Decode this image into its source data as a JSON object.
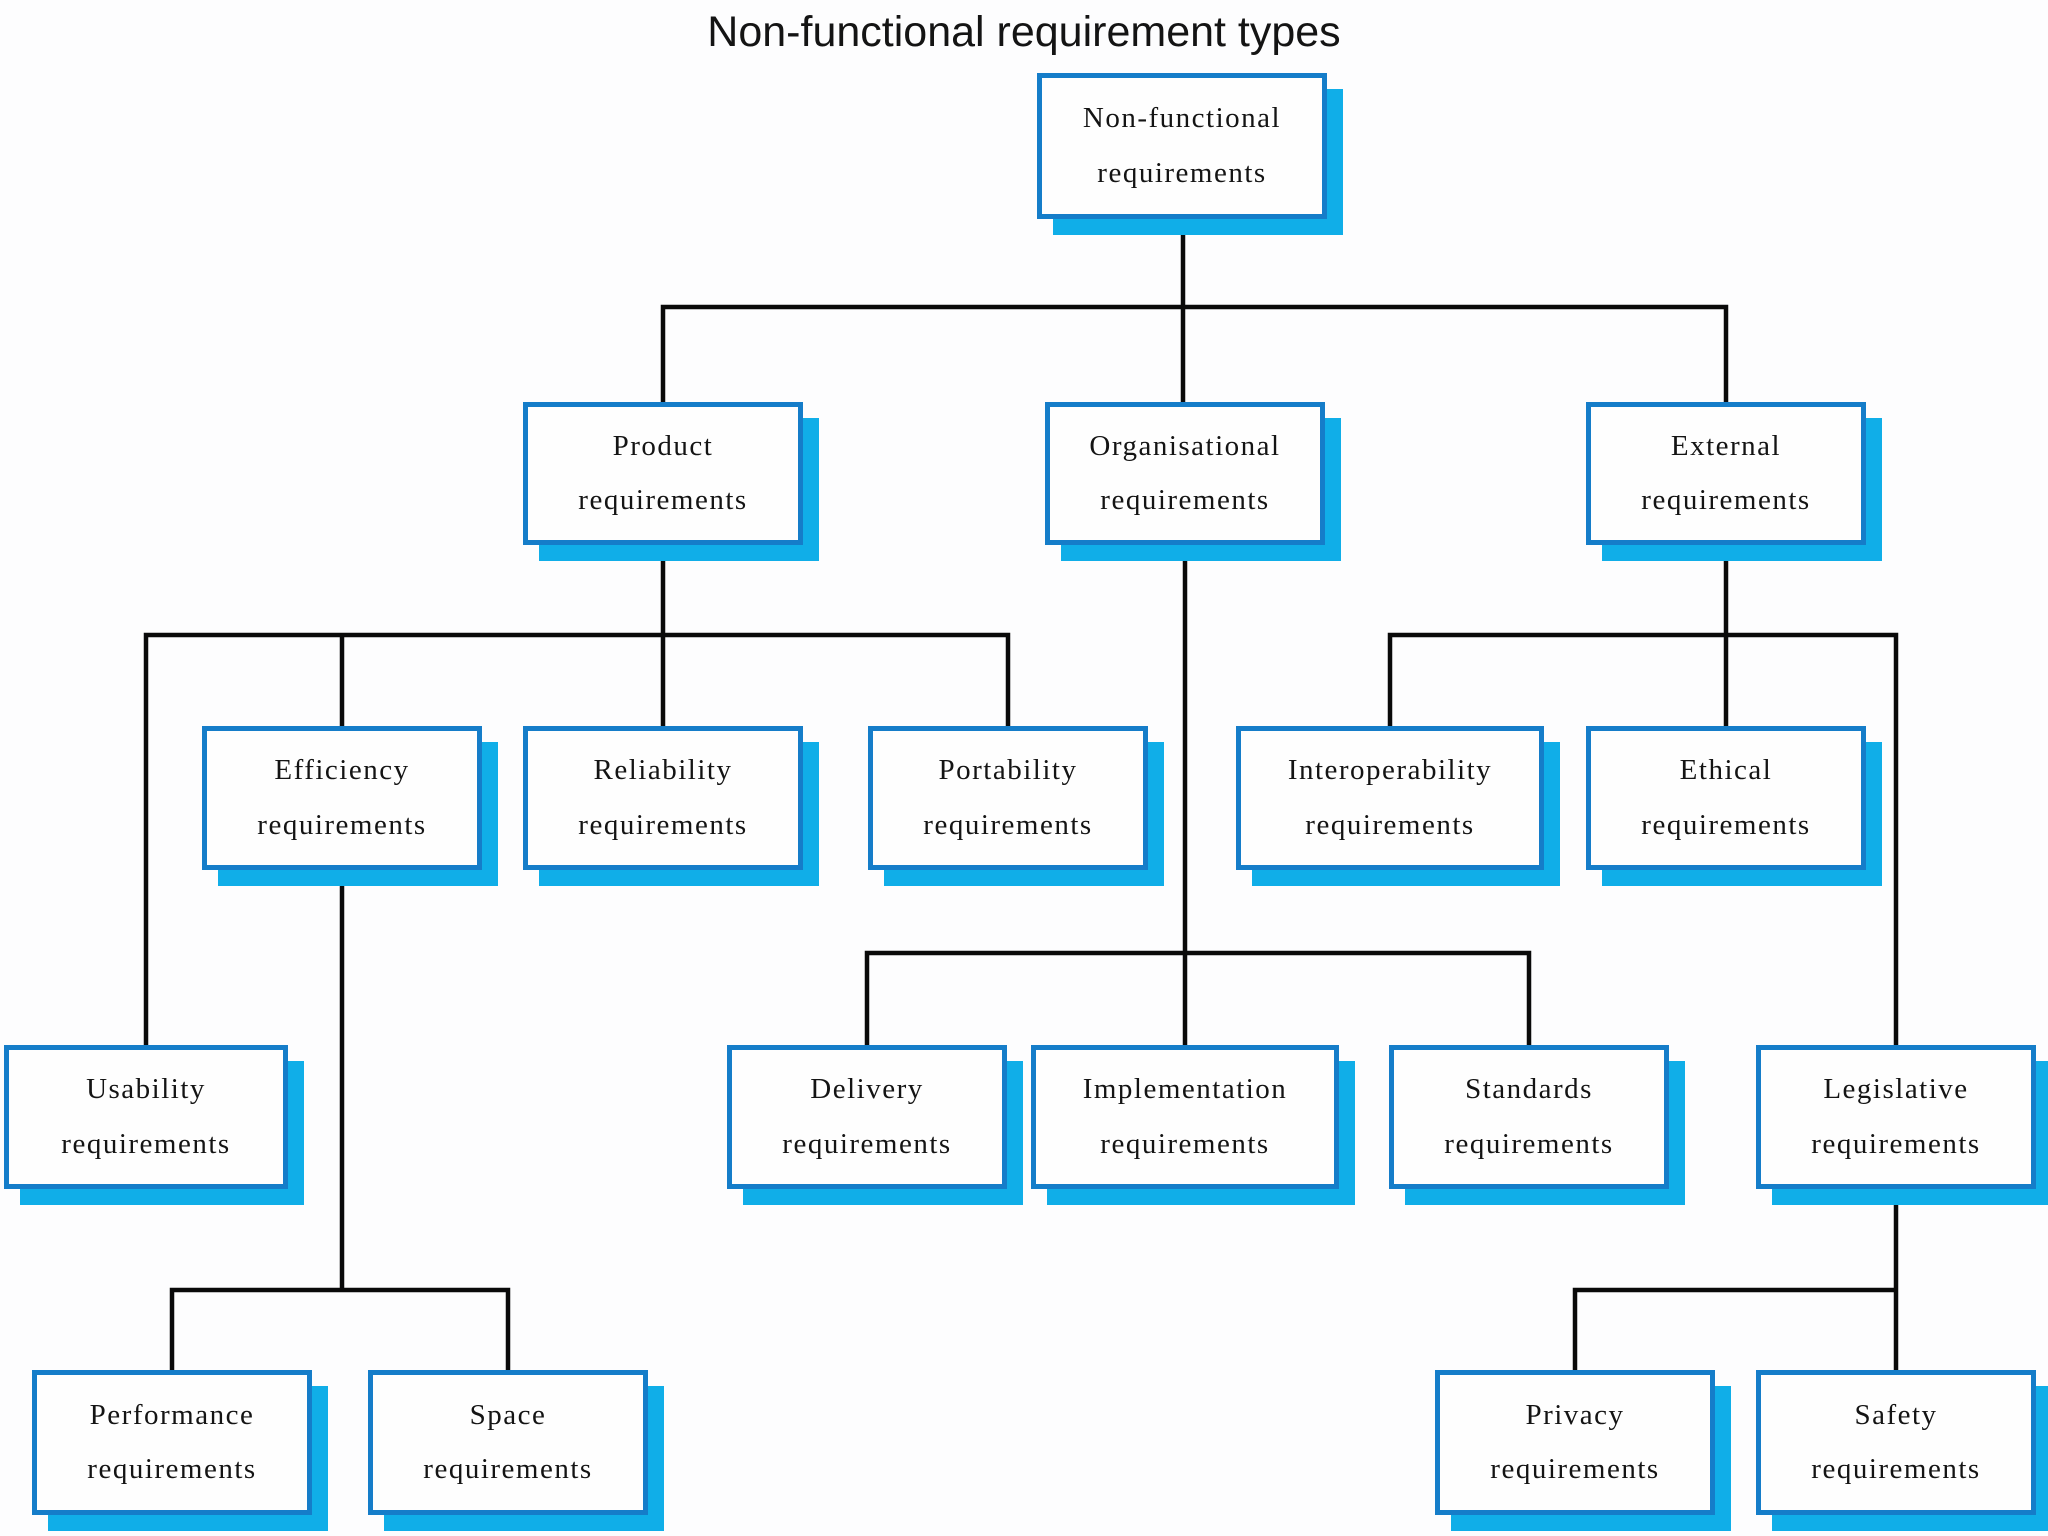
{
  "title": "Non-functional requirement types",
  "colors": {
    "box_border": "#157dc9",
    "box_shadow": "#10aee8",
    "box_fill": "#fefefe",
    "connector": "#0a0a0a",
    "background": "#fdfdfe",
    "text": "#141414"
  },
  "nodes": {
    "root": {
      "line1": "Non-functional",
      "line2": "requirements"
    },
    "product": {
      "line1": "Product",
      "line2": "requirements"
    },
    "organisational": {
      "line1": "Organisational",
      "line2": "requirements"
    },
    "external": {
      "line1": "External",
      "line2": "requirements"
    },
    "efficiency": {
      "line1": "Efficiency",
      "line2": "requirements"
    },
    "reliability": {
      "line1": "Reliability",
      "line2": "requirements"
    },
    "portability": {
      "line1": "Portability",
      "line2": "requirements"
    },
    "interoperability": {
      "line1": "Interoperability",
      "line2": "requirements"
    },
    "ethical": {
      "line1": "Ethical",
      "line2": "requirements"
    },
    "usability": {
      "line1": "Usability",
      "line2": "requirements"
    },
    "delivery": {
      "line1": "Delivery",
      "line2": "requirements"
    },
    "implementation": {
      "line1": "Implementation",
      "line2": "requirements"
    },
    "standards": {
      "line1": "Standards",
      "line2": "requirements"
    },
    "legislative": {
      "line1": "Legislative",
      "line2": "requirements"
    },
    "performance": {
      "line1": "Performance",
      "line2": "requirements"
    },
    "space": {
      "line1": "Space",
      "line2": "requirements"
    },
    "privacy": {
      "line1": "Privacy",
      "line2": "requirements"
    },
    "safety": {
      "line1": "Safety",
      "line2": "requirements"
    }
  },
  "hierarchy": {
    "root": [
      "product",
      "organisational",
      "external"
    ],
    "product": [
      "usability",
      "efficiency",
      "reliability",
      "portability"
    ],
    "efficiency": [
      "performance",
      "space"
    ],
    "organisational": [
      "delivery",
      "implementation",
      "standards"
    ],
    "external": [
      "interoperability",
      "ethical",
      "legislative"
    ],
    "legislative": [
      "privacy",
      "safety"
    ]
  }
}
